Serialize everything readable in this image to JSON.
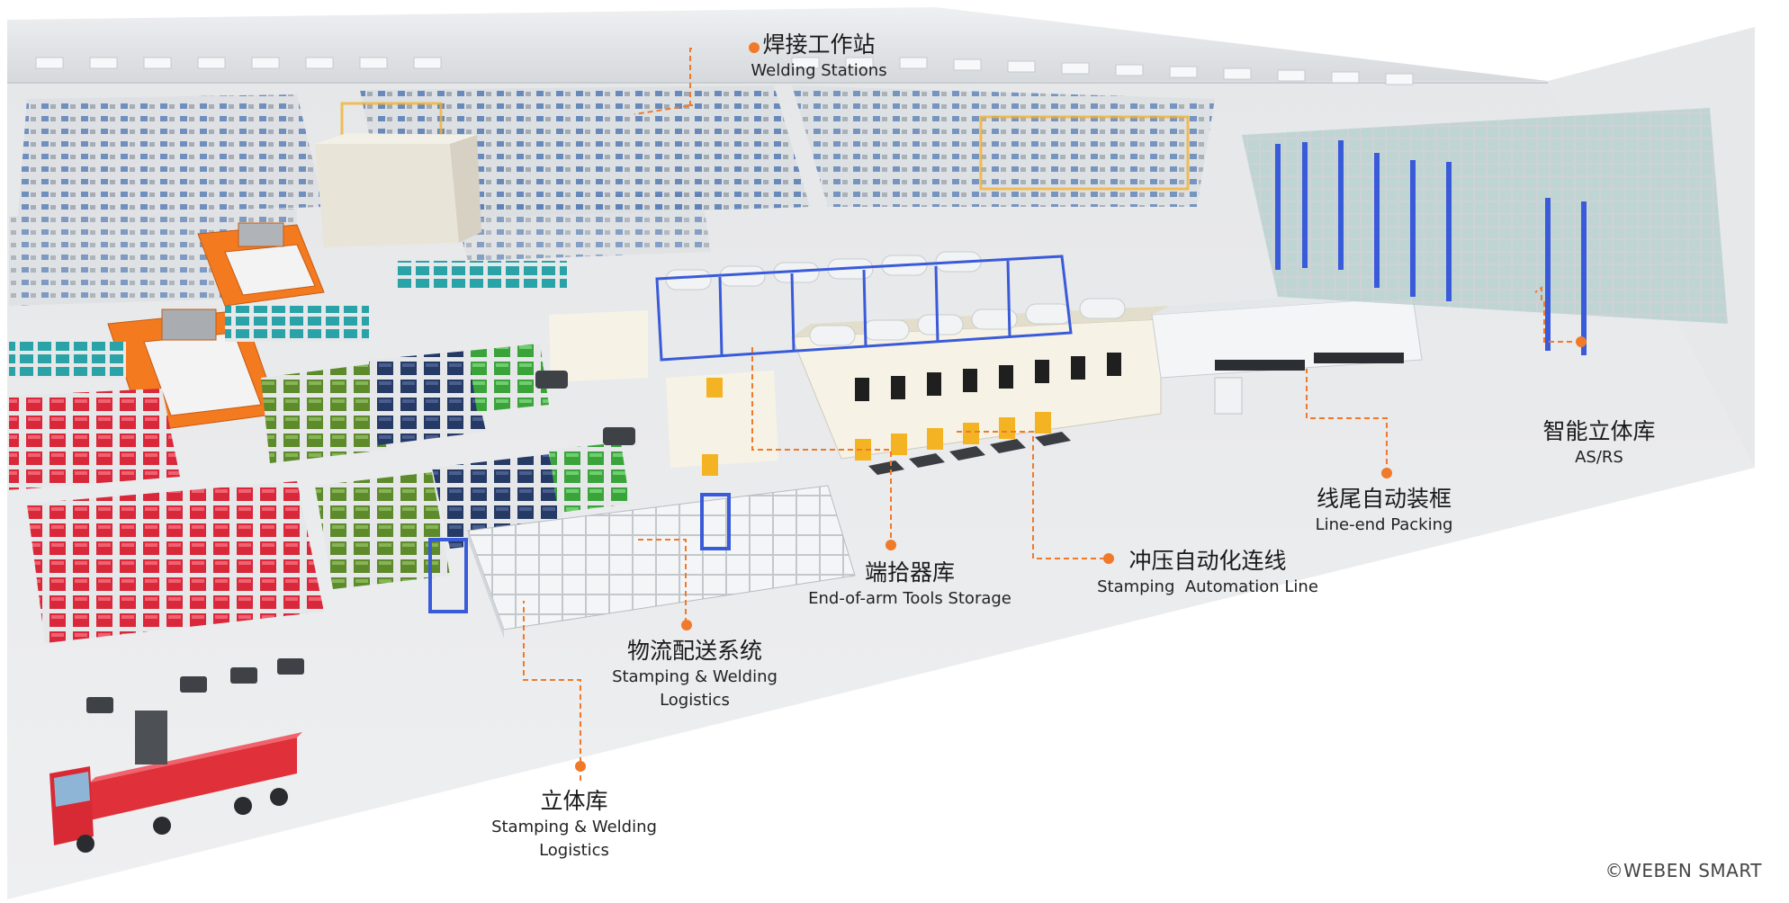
{
  "labels": {
    "welding": {
      "zh": "焊接工作站",
      "en": "Welding Stations"
    },
    "asrs": {
      "zh": "智能立体库",
      "en": "AS/RS"
    },
    "lineend": {
      "zh": "线尾自动装框",
      "en": "Line-end Packing"
    },
    "stamping": {
      "zh": "冲压自动化连线",
      "en": "Stamping  Automation Line"
    },
    "eoat": {
      "zh": "端拾器库",
      "en": "End-of-arm Tools Storage"
    },
    "logistics": {
      "zh": "物流配送系统",
      "en": "Stamping & Welding Logistics"
    },
    "warehouse": {
      "zh": "立体库",
      "en": "Stamping & Welding Logistics"
    }
  },
  "copyright": "©WEBEN SMART",
  "colors": {
    "leader": "#f07a2a",
    "floor": "#e9eaec",
    "wall": "#d9dcdf",
    "crane": "#f47a20",
    "rack_blue": "#3a5bd9",
    "bin_red": "#d8283a",
    "bin_green": "#3aa33a",
    "bin_navy": "#263a66",
    "truck": "#e0303a"
  }
}
